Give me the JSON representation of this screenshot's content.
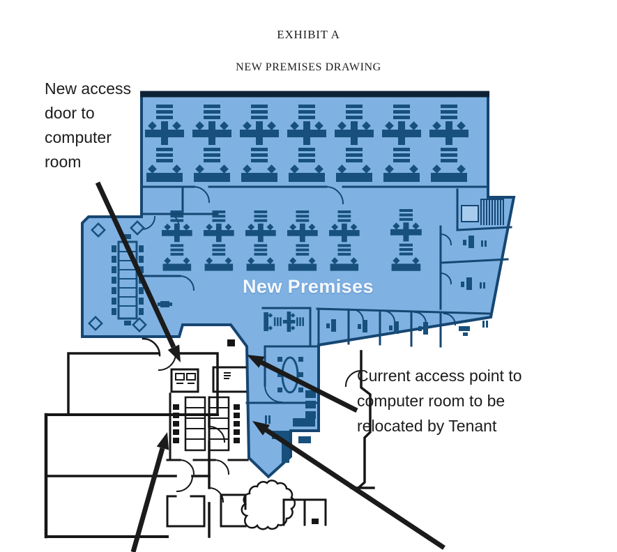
{
  "page": {
    "title": "EXHIBIT A",
    "subtitle": "NEW PREMISES DRAWING"
  },
  "floorplan": {
    "premises_label": "New Premises",
    "annotations": [
      {
        "id": "new-access-door",
        "text": "New access door to computer room"
      },
      {
        "id": "current-access-point",
        "text": "Current access point to computer room to be relocated by Tenant"
      }
    ]
  },
  "colors": {
    "premises_fill": "#7FB2E2",
    "premises_outline": "#164672",
    "furniture": "#17507C",
    "room_light": "#A8CCEE",
    "wall_black": "#161616",
    "arrow": "#1b1b1b",
    "annotation_text": "#1c1c1c",
    "premises_label_text": "#F4F8FD"
  }
}
